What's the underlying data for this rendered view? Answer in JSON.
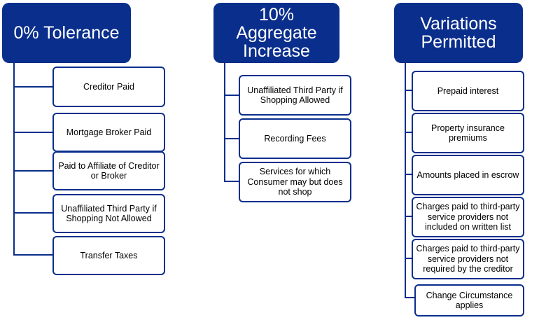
{
  "colors": {
    "primary": "#0a2e8c",
    "box_border": "#0a2e8c",
    "text": "#000000",
    "background": "#ffffff"
  },
  "columns": [
    {
      "header": "0% Tolerance",
      "items": [
        "Creditor Paid",
        "Mortgage Broker Paid",
        "Paid to  Affiliate of Creditor or Broker",
        "Unaffiliated Third Party if Shopping Not Allowed",
        "Transfer Taxes"
      ]
    },
    {
      "header": "10% Aggregate Increase",
      "items": [
        "Unaffiliated Third Party if Shopping Allowed",
        "Recording Fees",
        "Services for which Consumer may but does not shop"
      ]
    },
    {
      "header": "Variations Permitted",
      "items": [
        "Prepaid interest",
        "Property insurance premiums",
        "Amounts placed in escrow",
        "Charges paid to third-party service providers not included on written list",
        "Charges paid to third-party service providers not required by the creditor",
        "Change Circumstance applies"
      ]
    }
  ]
}
